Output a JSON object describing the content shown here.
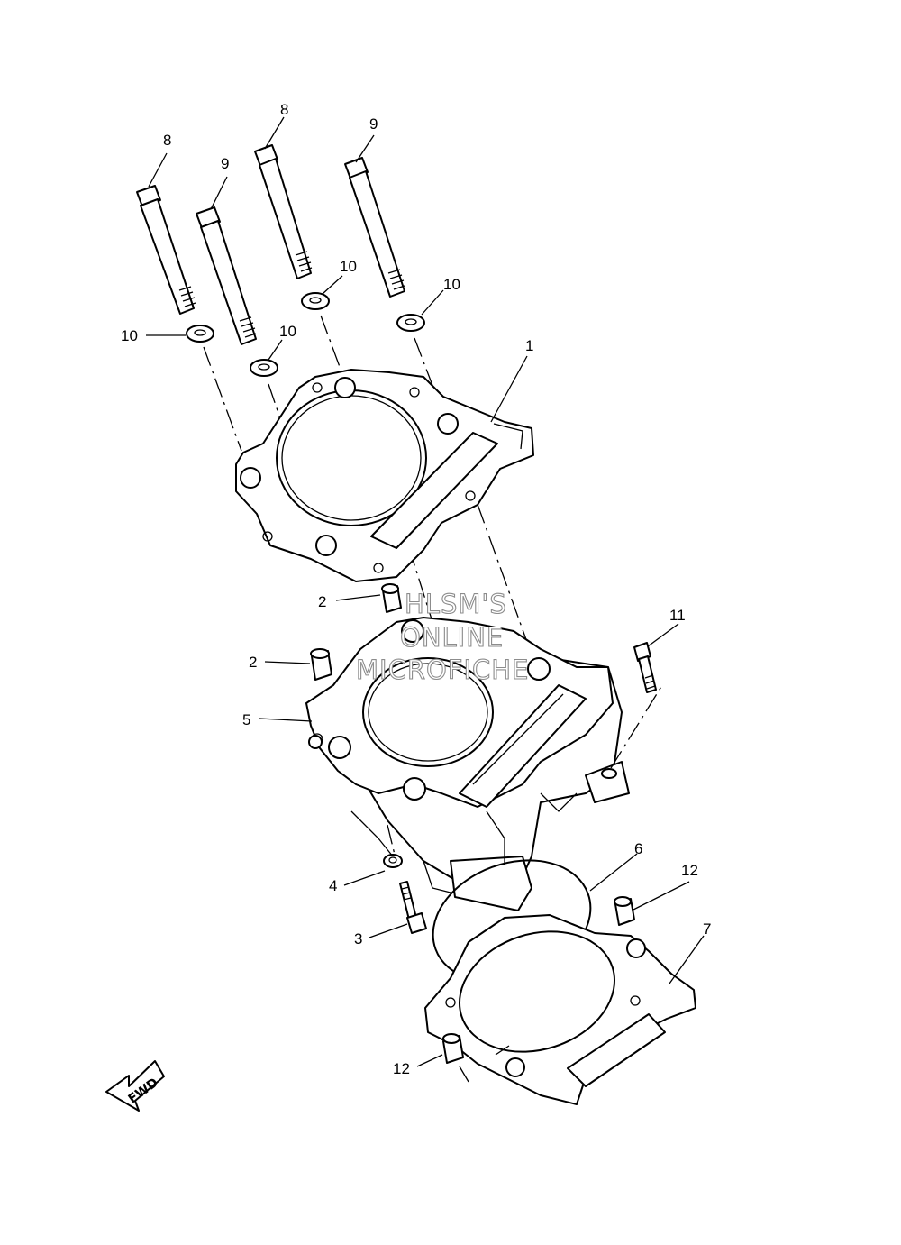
{
  "callouts": {
    "c1": "1",
    "c2a": "2",
    "c2b": "2",
    "c3": "3",
    "c4": "4",
    "c5": "5",
    "c6": "6",
    "c7": "7",
    "c8a": "8",
    "c8b": "8",
    "c9a": "9",
    "c9b": "9",
    "c10a": "10",
    "c10b": "10",
    "c10c": "10",
    "c10d": "10",
    "c11": "11",
    "c12a": "12",
    "c12b": "12"
  },
  "watermark": {
    "line1": "HLSM'S",
    "line2": "ONLINE",
    "line3": "MICROFICHE"
  },
  "fwd_label": "FWD"
}
